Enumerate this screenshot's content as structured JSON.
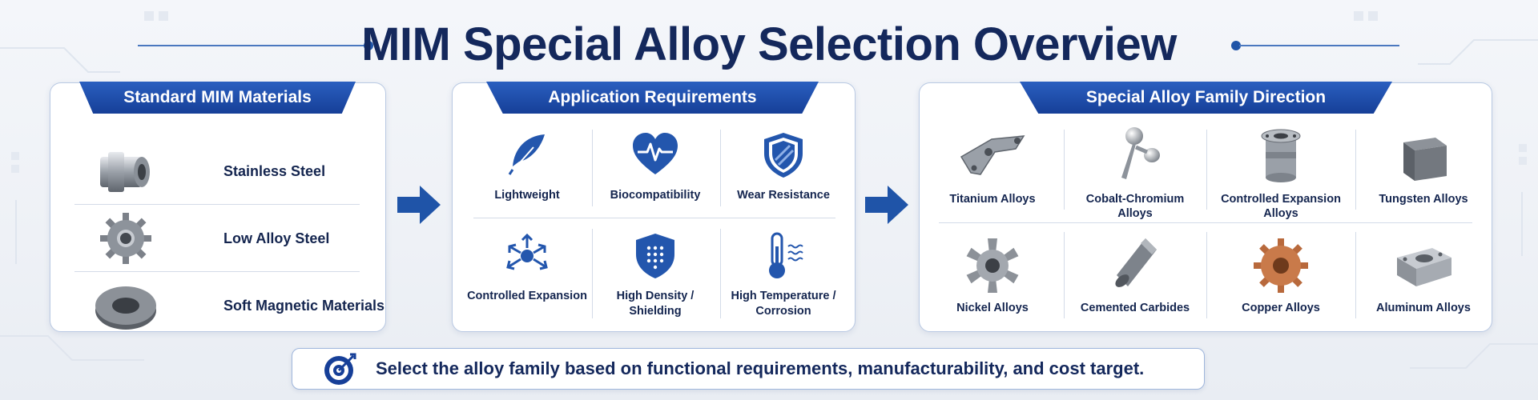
{
  "title": "MIM Special Alloy Selection Overview",
  "colors": {
    "primary": "#163f98",
    "text": "#14254f",
    "accent": "#1f54a8"
  },
  "standard_panel": {
    "header": "Standard MIM Materials",
    "items": [
      {
        "label": "Stainless Steel",
        "icon": "stainless-bushing-icon"
      },
      {
        "label": "Low Alloy Steel",
        "icon": "gear-icon"
      },
      {
        "label": "Soft Magnetic Materials",
        "icon": "ring-icon"
      }
    ]
  },
  "requirements_panel": {
    "header": "Application Requirements",
    "items": [
      {
        "label": "Lightweight",
        "icon": "feather-icon"
      },
      {
        "label": "Biocompatibility",
        "icon": "heart-pulse-icon"
      },
      {
        "label": "Wear Resistance",
        "icon": "shield-icon"
      },
      {
        "label": "Controlled Expansion",
        "icon": "expand-arrows-icon"
      },
      {
        "label": "High Density /\nShielding",
        "icon": "shield-grid-icon"
      },
      {
        "label": "High Temperature /\nCorrosion",
        "icon": "thermometer-icon"
      }
    ]
  },
  "alloy_panel": {
    "header": "Special Alloy Family Direction",
    "items": [
      {
        "label": "Titanium Alloys",
        "icon": "titanium-bracket-icon"
      },
      {
        "label": "Cobalt-Chromium\nAlloys",
        "icon": "ball-joint-icon"
      },
      {
        "label": "Controlled Expansion\nAlloys",
        "icon": "flanged-cylinder-icon"
      },
      {
        "label": "Tungsten Alloys",
        "icon": "tungsten-cube-icon"
      },
      {
        "label": "Nickel Alloys",
        "icon": "nickel-impeller-icon"
      },
      {
        "label": "Cemented Carbides",
        "icon": "carbide-pin-icon"
      },
      {
        "label": "Copper Alloys",
        "icon": "copper-gear-icon"
      },
      {
        "label": "Aluminum Alloys",
        "icon": "aluminum-housing-icon"
      }
    ]
  },
  "banner": {
    "text": "Select the alloy family based on functional requirements, manufacturability, and cost target.",
    "icon": "target-icon"
  }
}
